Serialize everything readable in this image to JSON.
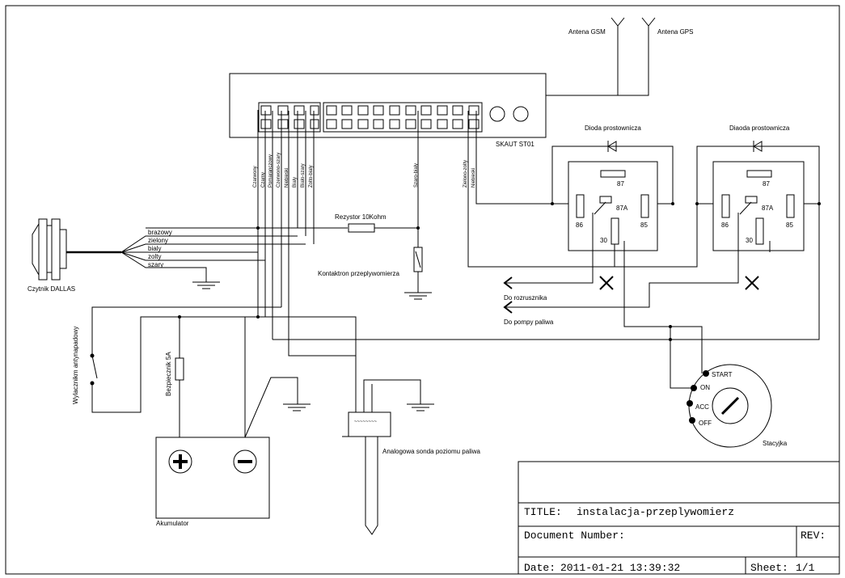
{
  "antennas": {
    "gsm": "Antena GSM",
    "gps": "Antena GPS"
  },
  "device": {
    "name": "SKAUT ST01"
  },
  "device_wires": {
    "left": [
      "Czarwony",
      "Czarny",
      "Pomaranczowy",
      "Czerwono-szary",
      "Niebieski",
      "Bialy",
      "Bialo-szary",
      "Zolto-bialy"
    ],
    "middle": "Szaro-bialy",
    "right": [
      "Zielono-zolty",
      "Niebieski"
    ]
  },
  "dallas": {
    "label": "Czytnik DALLAS",
    "wires": [
      "brazowy",
      "zielony",
      "bialy",
      "zolty",
      "szary"
    ]
  },
  "resistor": "Rezystor 10Kohm",
  "reed_switch": "Kontaktron przeplywomierza",
  "relay1": {
    "diode": "Dioda prostownicza",
    "pins": [
      "87",
      "87A",
      "86",
      "85",
      "30"
    ]
  },
  "relay2": {
    "diode": "Diaoda prostownicza",
    "pins": [
      "87",
      "87A",
      "86",
      "85",
      "30"
    ]
  },
  "outputs": {
    "starter": "Do rozrusznika",
    "fuel_pump": "Do pompy paliwa"
  },
  "ignition": {
    "label": "Stacyjka",
    "positions": [
      "START",
      "ON",
      "ACC",
      "OFF"
    ]
  },
  "switch_label": "Wylacznikm antynapadowy",
  "fuse_label": "Bezpiecznik 5A",
  "battery": {
    "label": "Akumulator",
    "plus": "+",
    "minus": "−"
  },
  "sensor": {
    "label": "Analogowa sonda poziomu paliwa"
  },
  "title_block": {
    "title_label": "TITLE:",
    "title_value": "instalacja-przeplywomierz",
    "docnum_label": "Document Number:",
    "rev_label": "REV:",
    "date_label": "Date:",
    "date_value": "2011-01-21 13:39:32",
    "sheet_label": "Sheet:",
    "sheet_value": "1/1"
  }
}
